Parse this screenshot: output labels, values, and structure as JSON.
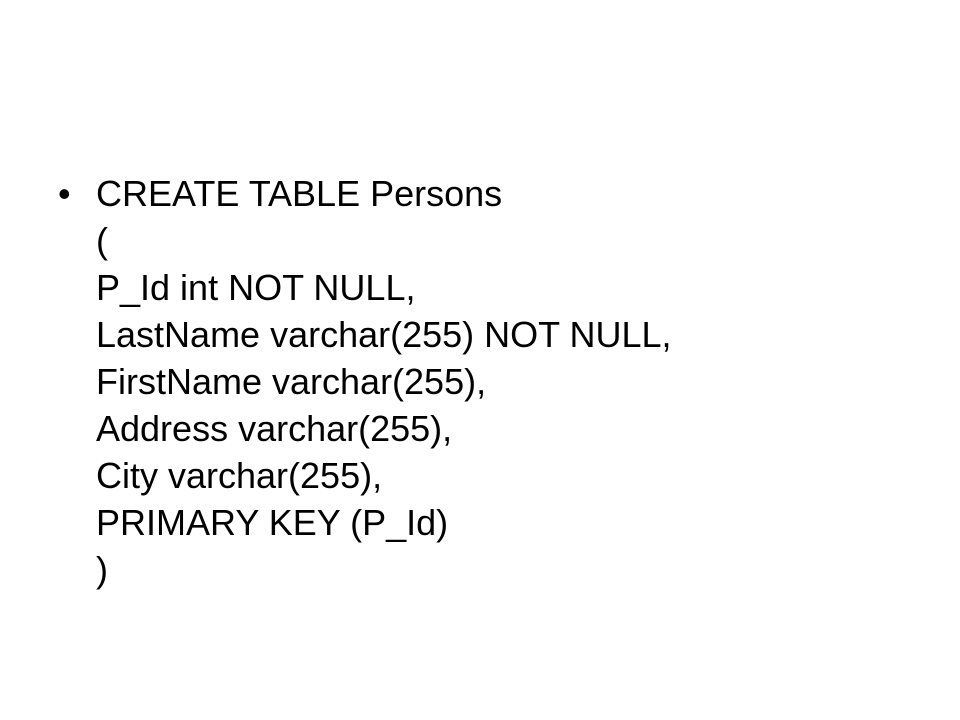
{
  "slide": {
    "bullet_symbol": "•",
    "lines": [
      "CREATE TABLE Persons",
      "(",
      "P_Id int NOT NULL,",
      "LastName varchar(255) NOT NULL,",
      "FirstName varchar(255),",
      "Address varchar(255),",
      "City varchar(255),",
      "PRIMARY KEY (P_Id)",
      ")"
    ]
  }
}
